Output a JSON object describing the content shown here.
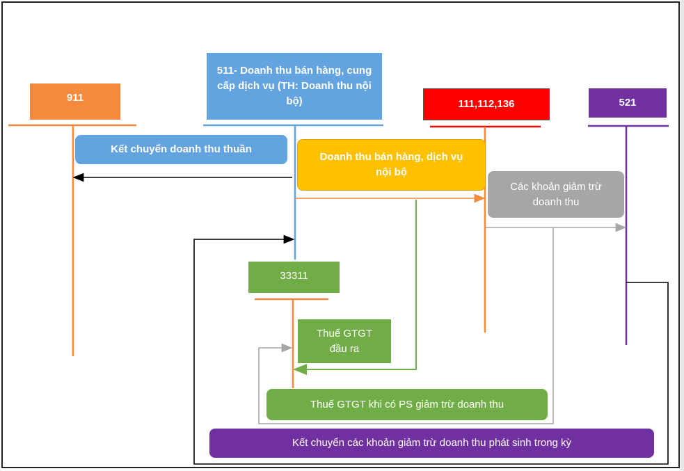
{
  "accounts": {
    "acc_911": "911",
    "acc_511": "511- Doanh thu bán hàng, cung cấp dịch vụ (TH: Doanh thu nội bộ)",
    "acc_111": "111,112,136",
    "acc_521": "521",
    "acc_33311": "33311"
  },
  "labels": {
    "ket_chuyen_dt_thuan": "Kết chuyển doanh thu thuần",
    "dt_ban_hang_noi_bo": "Doanh thu bán hàng, dịch vụ nội bộ",
    "cac_khoan_giam_tru": "Các khoản giảm trừ doanh thu",
    "thue_gtgt_dau_ra": "Thuế GTGT đầu ra",
    "thue_gtgt_giam_tru": "Thuế GTGT khi có PS giảm trừ doanh thu",
    "ket_chuyen_giam_tru": "Kết chuyển các khoản giảm trừ doanh thu phát sinh trong kỳ"
  },
  "colors": {
    "orange": "#f58a3f",
    "blue": "#62a3e0",
    "red": "#ff0000",
    "purple": "#7030a0",
    "yellow": "#ffc000",
    "gray": "#a6a6a6",
    "green": "#70ad47",
    "black": "#000000"
  }
}
